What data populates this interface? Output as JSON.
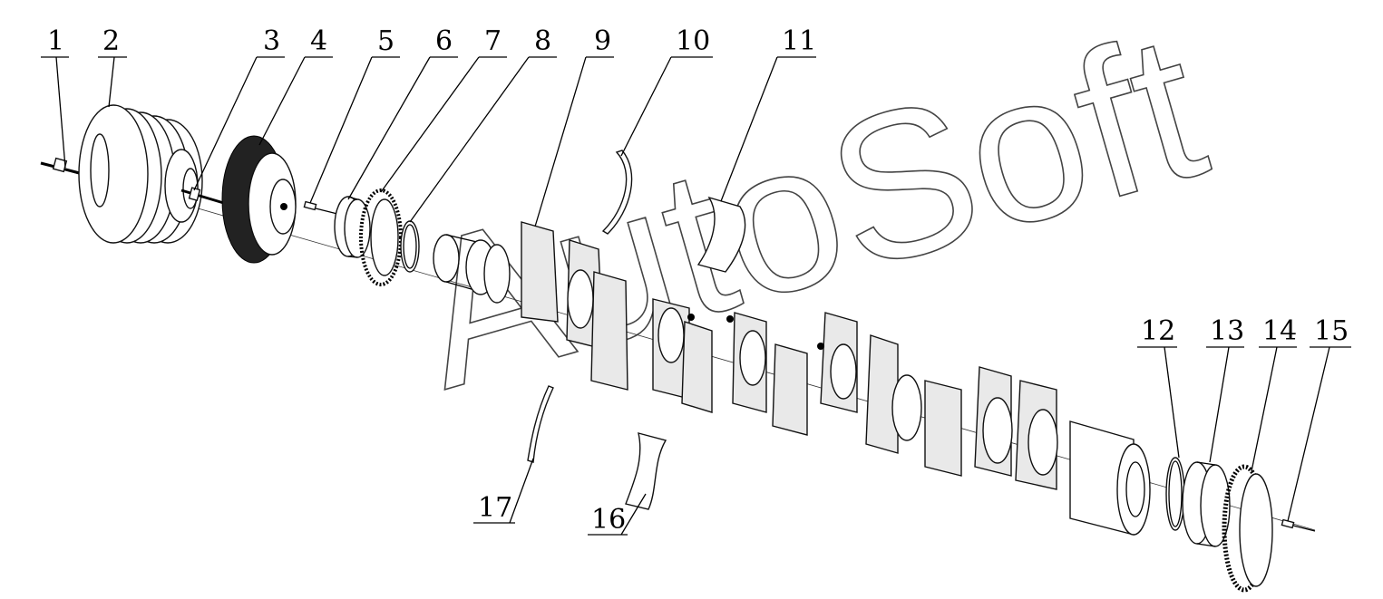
{
  "title": "",
  "watermark": "AutoSoft",
  "callouts": [
    {
      "id": "1",
      "label": "1"
    },
    {
      "id": "2",
      "label": "2"
    },
    {
      "id": "3",
      "label": "3"
    },
    {
      "id": "4",
      "label": "4"
    },
    {
      "id": "5",
      "label": "5"
    },
    {
      "id": "6",
      "label": "6"
    },
    {
      "id": "7",
      "label": "7"
    },
    {
      "id": "8",
      "label": "8"
    },
    {
      "id": "9",
      "label": "9"
    },
    {
      "id": "10",
      "label": "10"
    },
    {
      "id": "11",
      "label": "11"
    },
    {
      "id": "12",
      "label": "12"
    },
    {
      "id": "13",
      "label": "13"
    },
    {
      "id": "14",
      "label": "14"
    },
    {
      "id": "15",
      "label": "15"
    },
    {
      "id": "16",
      "label": "16"
    },
    {
      "id": "17",
      "label": "17"
    }
  ]
}
